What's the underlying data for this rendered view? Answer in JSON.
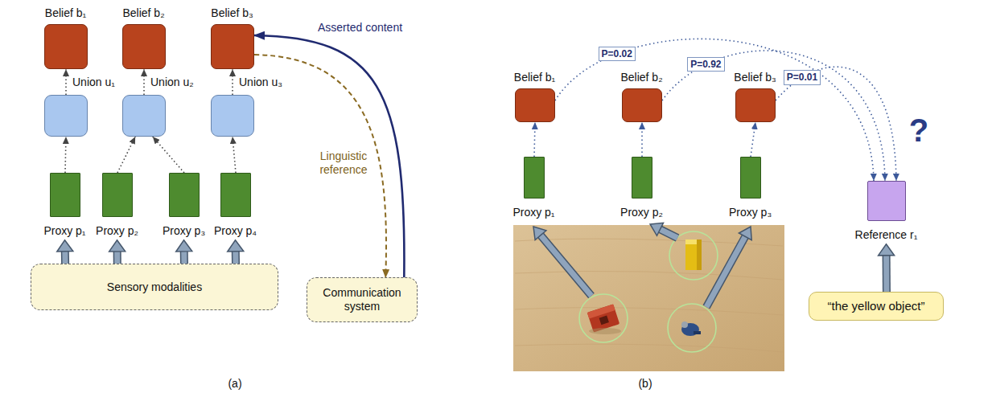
{
  "diagram": {
    "nodes": [
      {
        "text": [
          "Belief b₁"
        ]
      },
      {
        "text": [
          "Belief b₂"
        ]
      },
      {
        "text": [
          "Belief b₃"
        ]
      },
      {
        "text": [
          "Union u₁"
        ]
      },
      {
        "text": [
          "Union u₂"
        ]
      },
      {
        "text": [
          "Union u₃"
        ]
      },
      {
        "text": [
          "Proxy p₁"
        ]
      },
      {
        "text": [
          "Proxy p₂"
        ]
      },
      {
        "text": [
          "Proxy p₃"
        ]
      },
      {
        "text": [
          "Proxy p₄"
        ]
      },
      {
        "text": [
          "Sensory modalities"
        ]
      },
      {
        "text": [
          "Communication system"
        ]
      },
      {
        "text": [
          "Belief b₁"
        ]
      },
      {
        "text": [
          "Belief b₂"
        ]
      },
      {
        "text": [
          "Belief b₃"
        ]
      },
      {
        "text": [
          "Proxy p₁"
        ]
      },
      {
        "text": [
          "Proxy p₂"
        ]
      },
      {
        "text": [
          "Proxy p₃"
        ]
      },
      {
        "text": [
          "Reference r₁"
        ]
      },
      {
        "text": [
          "“the yellow object”"
        ]
      }
    ],
    "edges": [
      {
        "from": 3,
        "to": 0,
        "arrow": "to"
      },
      {
        "from": 4,
        "to": 1,
        "arrow": "to"
      },
      {
        "from": 5,
        "to": 2,
        "arrow": "to"
      },
      {
        "from": 6,
        "to": 3,
        "arrow": "to"
      },
      {
        "from": 7,
        "to": 4,
        "arrow": "to"
      },
      {
        "from": 8,
        "to": 4,
        "arrow": "to"
      },
      {
        "from": 9,
        "to": 5,
        "arrow": "to"
      },
      {
        "from": 10,
        "to": 6,
        "arrow": "to"
      },
      {
        "from": 10,
        "to": 7,
        "arrow": "to"
      },
      {
        "from": 10,
        "to": 8,
        "arrow": "to"
      },
      {
        "from": 10,
        "to": 9,
        "arrow": "to"
      },
      {
        "from": 11,
        "to": 2,
        "label": "Asserted content",
        "arrow": "to"
      },
      {
        "from": 2,
        "to": 11,
        "label": "Linguistic reference",
        "arrow": "to"
      },
      {
        "from": 15,
        "to": 12,
        "arrow": "to"
      },
      {
        "from": 16,
        "to": 13,
        "arrow": "to"
      },
      {
        "from": 17,
        "to": 14,
        "arrow": "to"
      },
      {
        "from": 12,
        "to": 18,
        "label": "P=0.02",
        "arrow": "to"
      },
      {
        "from": 13,
        "to": 18,
        "label": "P=0.92",
        "arrow": "to"
      },
      {
        "from": 14,
        "to": 18,
        "label": "P=0.01",
        "arrow": "to"
      },
      {
        "from": 19,
        "to": 18,
        "arrow": "to"
      }
    ],
    "labels": [
      "(a)",
      "(b)",
      "?"
    ]
  }
}
